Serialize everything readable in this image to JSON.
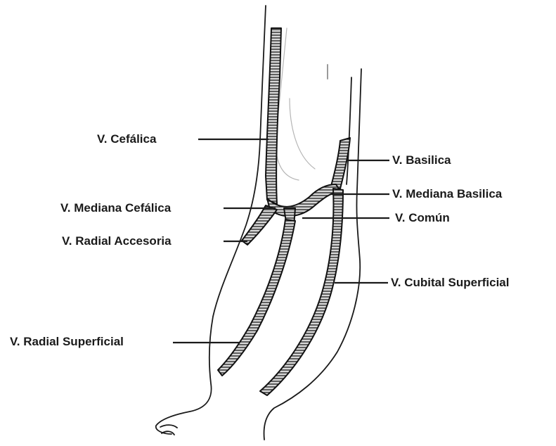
{
  "labels": {
    "cefalica": "V. Cefálica",
    "basilica": "V. Basilica",
    "mediana_basilica": "V. Mediana Basilica",
    "mediana_cefalica": "V. Mediana Cefálica",
    "comun": "V. Común",
    "radial_accesoria": "V. Radial Accesoria",
    "cubital_superficial": "V. Cubital Superficial",
    "radial_superficial": "V. Radial Superficial"
  }
}
